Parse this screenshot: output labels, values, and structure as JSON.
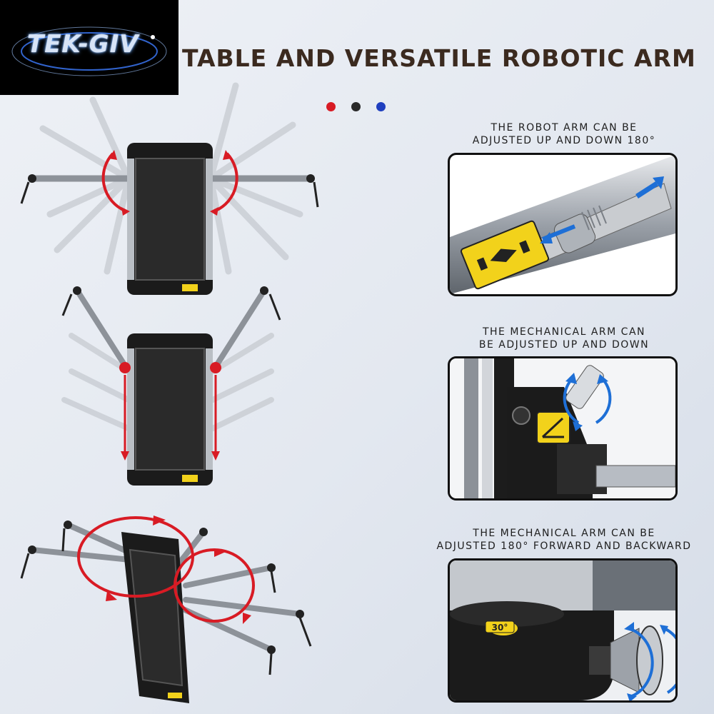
{
  "logo": {
    "text": "TEK-GIV"
  },
  "title": "TABLE AND VERSATILE ROBOTIC ARM",
  "color_options": [
    "#d81b24",
    "#2a2a2a",
    "#1f3fbf"
  ],
  "features": [
    {
      "caption_line1": "THE ROBOT ARM CAN BE",
      "caption_line2": "ADJUSTED UP AND DOWN 180°"
    },
    {
      "caption_line1": "THE MECHANICAL ARM CAN",
      "caption_line2": "BE ADJUSTED UP AND DOWN"
    },
    {
      "caption_line1": "THE MECHANICAL ARM CAN BE",
      "caption_line2": "ADJUSTED 180° FORWARD AND BACKWARD",
      "dial_label": "30°"
    }
  ],
  "colors": {
    "arrow_red": "#d81b24",
    "arrow_blue": "#1e6fd6",
    "label_yellow": "#f2d21b"
  }
}
